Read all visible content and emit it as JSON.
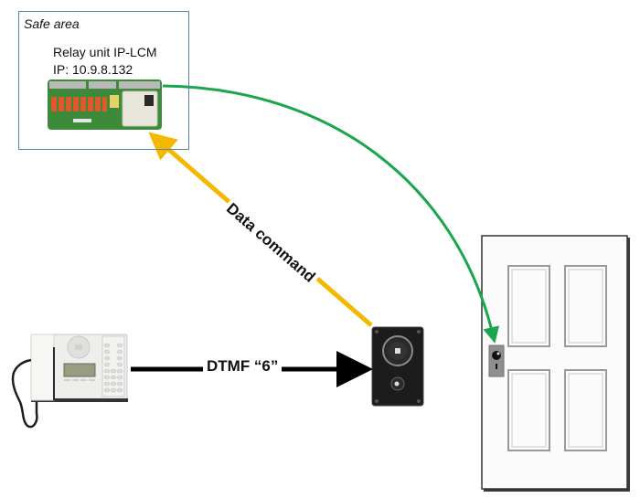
{
  "safe_area": {
    "label": "Safe area",
    "relay": {
      "title": "Relay unit IP-LCM",
      "ip": "IP: 10.9.8.132"
    }
  },
  "arrows": {
    "dtmf": {
      "label": "DTMF “6”",
      "color": "#000000"
    },
    "data_command": {
      "label": "Data command",
      "color": "#f5b800"
    },
    "relay_to_door": {
      "label": "",
      "color": "#1aa64a"
    }
  },
  "devices": {
    "desk_station": "desk-intercom-station",
    "door_station": "door-intercom-station",
    "relay_board": "relay-circuit-board",
    "door": "door-with-lock"
  },
  "colors": {
    "box_border": "#5b7fa6",
    "pcb_green": "#3c8a3a",
    "relay_orange": "#e2582a",
    "door_station_body": "#1c1c1c",
    "lock_plate": "#8f8f8f"
  }
}
